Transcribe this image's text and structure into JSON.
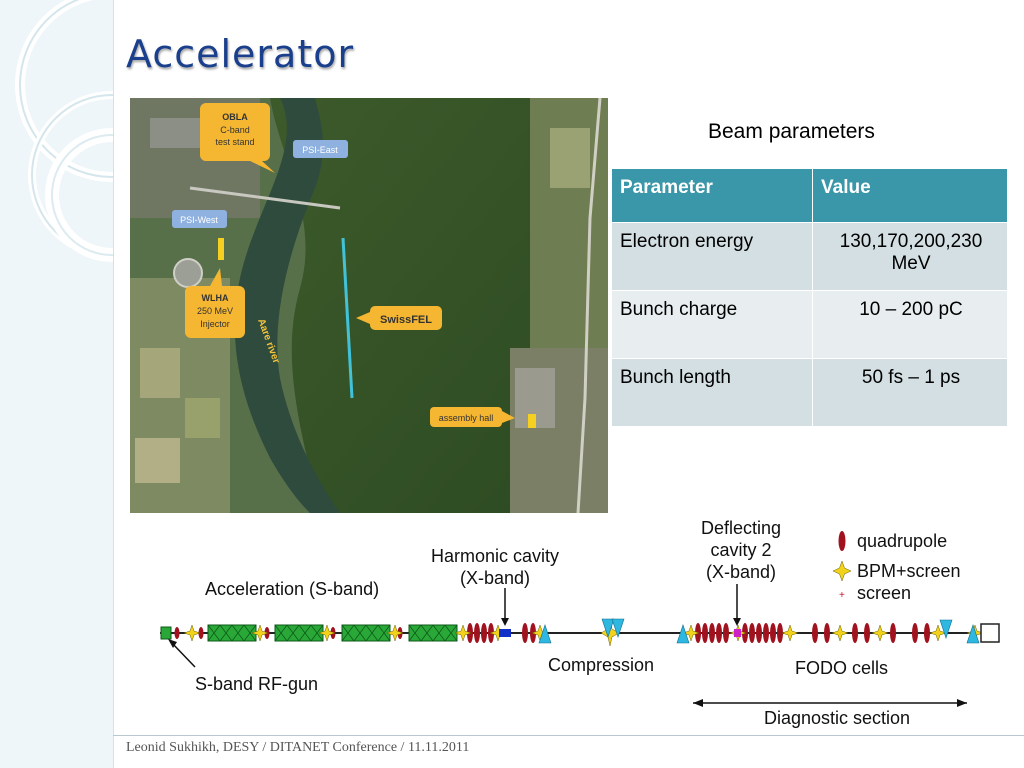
{
  "slide": {
    "title": "Accelerator"
  },
  "map": {
    "labels": {
      "obla": "OBLA",
      "obla_sub1": "C-band",
      "obla_sub2": "test stand",
      "psi_east": "PSI-East",
      "psi_west": "PSI-West",
      "wlha": "WLHA",
      "wlha_sub1": "250 MeV",
      "wlha_sub2": "Injector",
      "swissfel": "SwissFEL",
      "aare": "Aare river",
      "assembly": "assembly hall"
    }
  },
  "table": {
    "title": "Beam parameters",
    "headers": [
      "Parameter",
      "Value"
    ],
    "rows": [
      {
        "parameter": "Electron energy",
        "value_line1": "130,170,200,230",
        "value_line2": "MeV"
      },
      {
        "parameter": "Bunch charge",
        "value_line1": "10 – 200 pC"
      },
      {
        "parameter": "Bunch length",
        "value_line1": "50 fs – 1 ps"
      }
    ]
  },
  "schematic": {
    "acceleration": "Acceleration (S-band)",
    "harmonic_line1": "Harmonic cavity",
    "harmonic_line2": "(X-band)",
    "deflecting_line1": "Deflecting",
    "deflecting_line2": "cavity 2",
    "deflecting_line3": "(X-band)",
    "compression": "Compression",
    "fodo": "FODO cells",
    "gun": "S-band RF-gun",
    "diagnostic": "Diagnostic section",
    "legend": {
      "quadrupole": "quadrupole",
      "bpm": "BPM+screen",
      "screen": "screen"
    }
  },
  "footer": {
    "text": "Leonid Sukhikh, DESY / DITANET Conference / 11.11.2011"
  },
  "colors": {
    "title": "#1a3f8c",
    "table_header": "#3a97a9",
    "table_cell": "#d3dfe3",
    "callout": "#f5b731"
  }
}
